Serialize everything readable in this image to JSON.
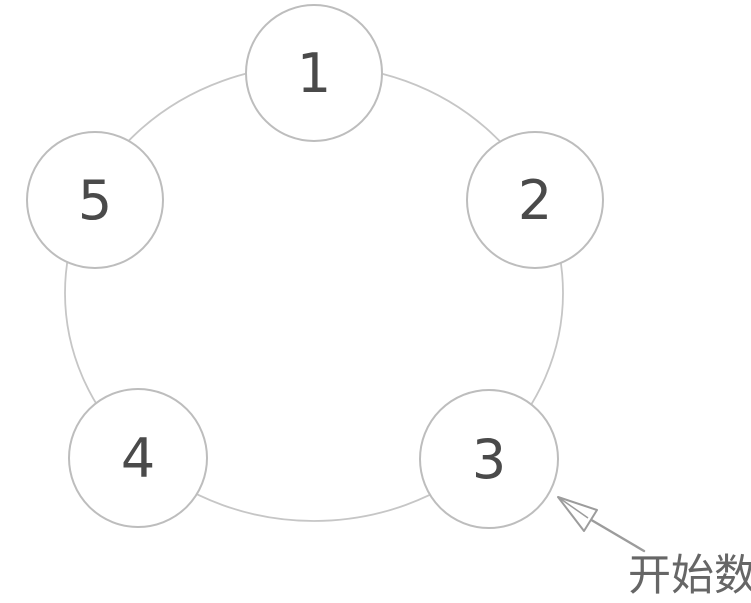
{
  "diagram": {
    "nodes": [
      {
        "label": "1"
      },
      {
        "label": "2"
      },
      {
        "label": "3"
      },
      {
        "label": "4"
      },
      {
        "label": "5"
      }
    ],
    "annotation": {
      "label": "开始数",
      "points_to_node": "3"
    }
  },
  "colors": {
    "ring_stroke": "#c6c6c6",
    "node_stroke": "#bdbdbd",
    "number_color": "#4a4a4a",
    "arrow_color": "#9c9c9c",
    "annotation_color": "#666666"
  }
}
